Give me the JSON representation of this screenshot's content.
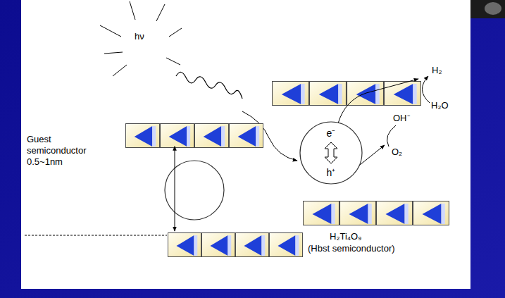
{
  "diagram": {
    "nodes": [
      {
        "text": [
          "e⁻",
          "h⁺"
        ]
      }
    ],
    "labels": [
      "hν",
      "H₂",
      "H₂O",
      "OH⁻",
      "O₂",
      "Guest semiconductor 0.5~1nm",
      "H₂Ti₄O₉",
      "(Hbst semiconductor)"
    ]
  }
}
